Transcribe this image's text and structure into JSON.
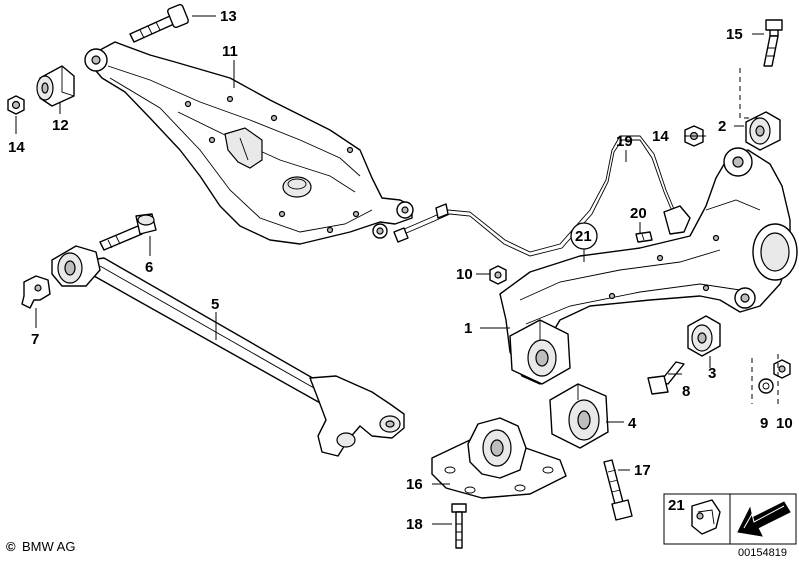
{
  "parts": {
    "p1": "1",
    "p2": "2",
    "p3": "3",
    "p4": "4",
    "p5": "5",
    "p6": "6",
    "p7": "7",
    "p8": "8",
    "p9": "9",
    "p10a": "10",
    "p10b": "10",
    "p11": "11",
    "p12": "12",
    "p13": "13",
    "p14a": "14",
    "p14b": "14",
    "p15": "15",
    "p16": "16",
    "p17": "17",
    "p18": "18",
    "p19": "19",
    "p20": "20",
    "p21a": "21",
    "p21b": "21"
  },
  "footer": {
    "brand": "BMW AG",
    "copyright_symbol": "©",
    "diagram_number": "00154819"
  }
}
